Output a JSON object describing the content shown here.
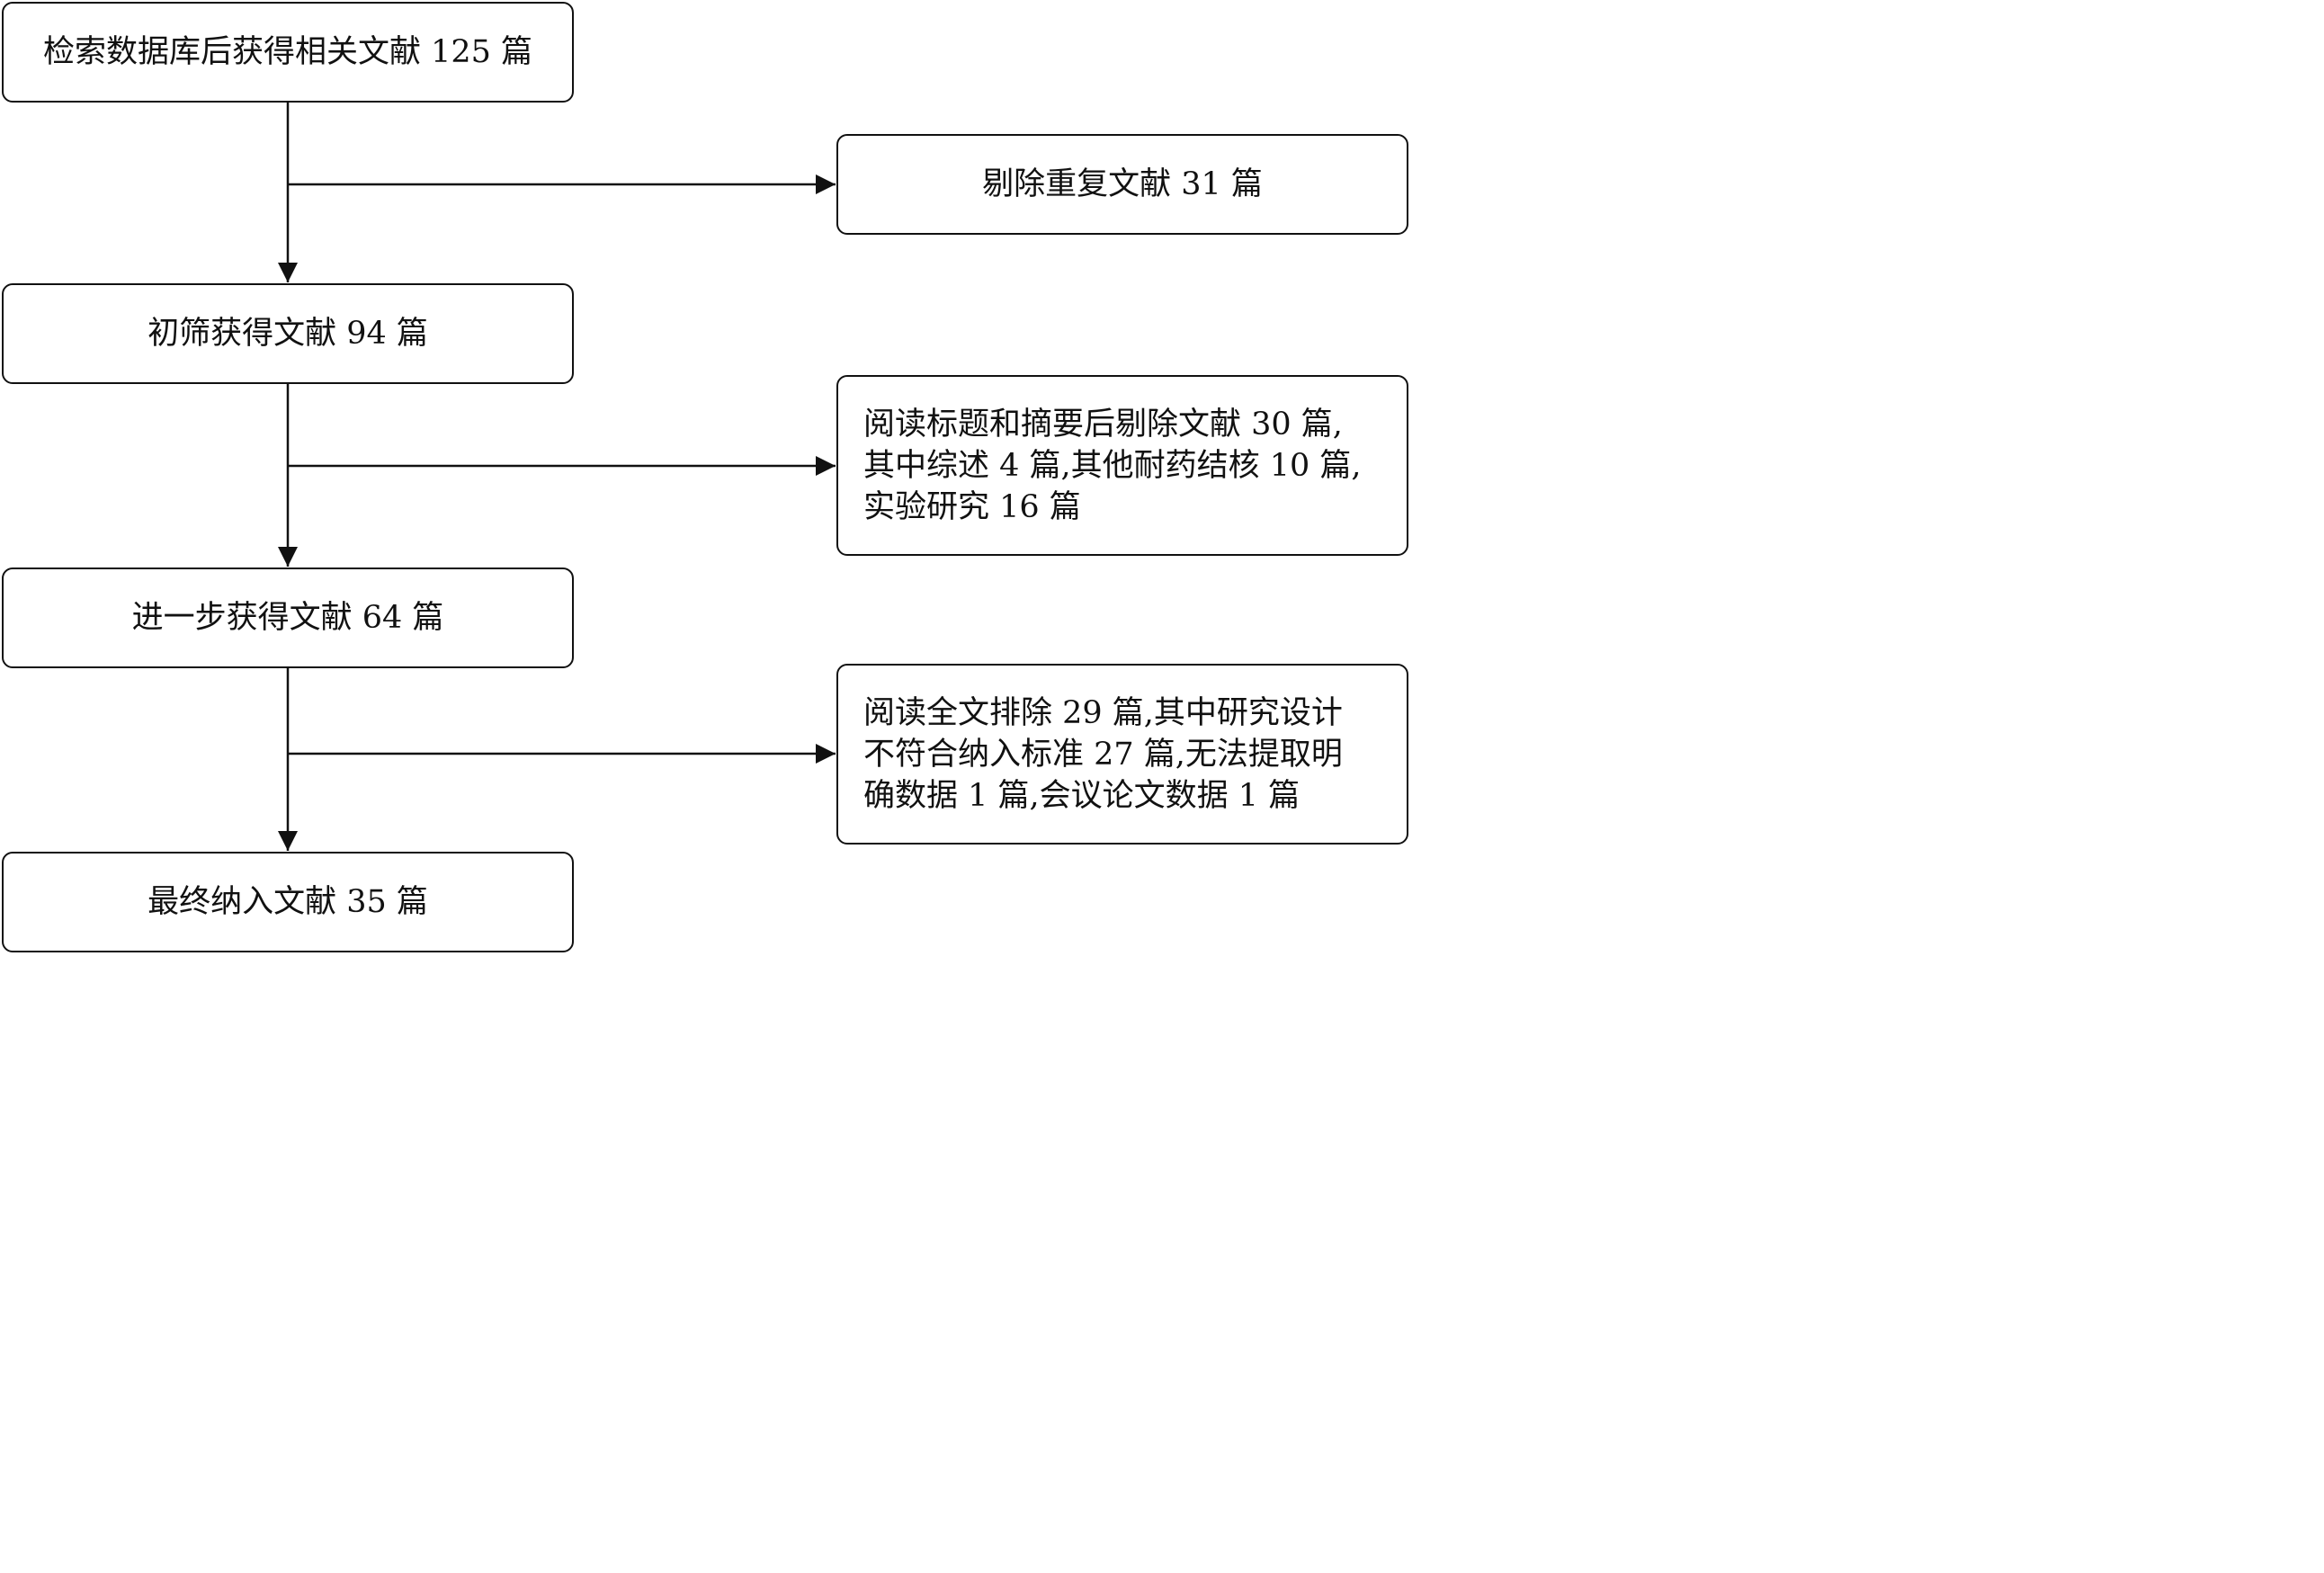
{
  "flowchart": {
    "main_steps": [
      {
        "label": "检索数据库后获得相关文献 125 篇"
      },
      {
        "label": "初筛获得文献 94 篇"
      },
      {
        "label": "进一步获得文献 64 篇"
      },
      {
        "label": "最终纳入文献 35 篇"
      }
    ],
    "exclusions": [
      {
        "lines": [
          "剔除重复文献 31 篇"
        ]
      },
      {
        "lines": [
          "阅读标题和摘要后剔除文献 30 篇,",
          "其中综述 4 篇,其他耐药结核 10 篇,",
          "实验研究 16 篇"
        ]
      },
      {
        "lines": [
          "阅读全文排除 29 篇,其中研究设计",
          "不符合纳入标准 27 篇,无法提取明",
          "确数据 1 篇,会议论文数据 1 篇"
        ]
      }
    ]
  }
}
